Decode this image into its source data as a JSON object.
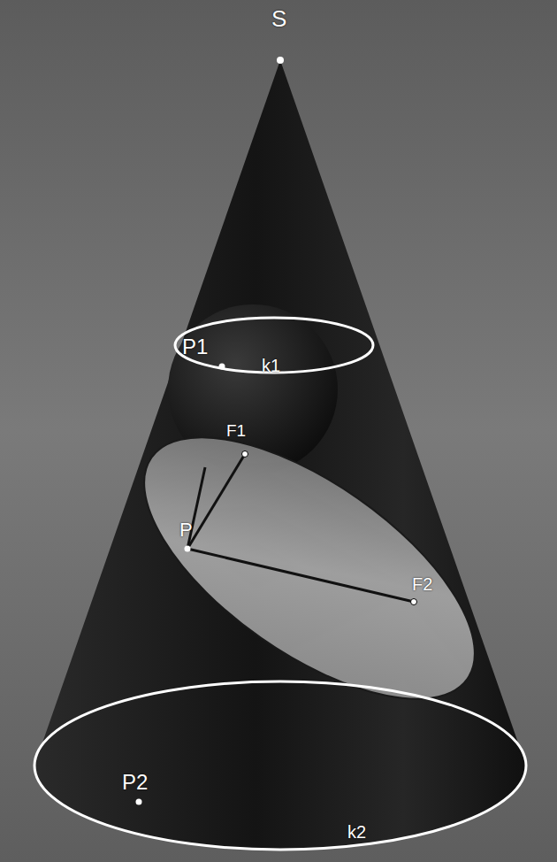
{
  "diagram": {
    "labels": [
      "S",
      "P1",
      "k1",
      "F1",
      "P",
      "F2",
      "P2",
      "k2"
    ]
  }
}
